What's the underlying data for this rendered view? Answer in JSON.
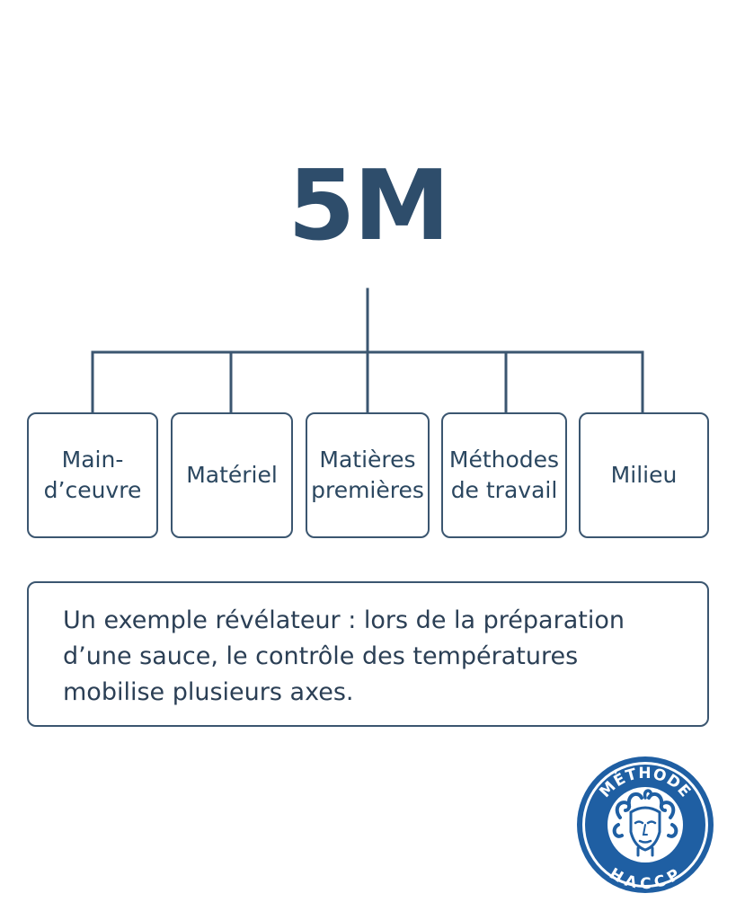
{
  "diagram": {
    "title": "5M",
    "categories": [
      {
        "id": "box-1",
        "label": "Main-\nd’ceuvre"
      },
      {
        "id": "box-2",
        "label": "Matériel"
      },
      {
        "id": "box-3",
        "label": "Matières\npremières"
      },
      {
        "id": "box-4",
        "label": "Méthodes\nde travail"
      },
      {
        "id": "box-5",
        "label": "Milieu"
      }
    ]
  },
  "example": {
    "text": "Un exemple révélateur : lors de la préparation\nd’une sauce, le contrôle des températures\nmobilise plusieurs axes."
  },
  "logo": {
    "top_text": "MÉTHODE",
    "bottom_text": "HACCP",
    "icon": "medusa-head-icon",
    "color": "#1f5fa3"
  },
  "colors": {
    "title": "#2e4d6b",
    "lines": "#3b5670",
    "text": "#2b4760",
    "logo": "#1f5fa3"
  }
}
